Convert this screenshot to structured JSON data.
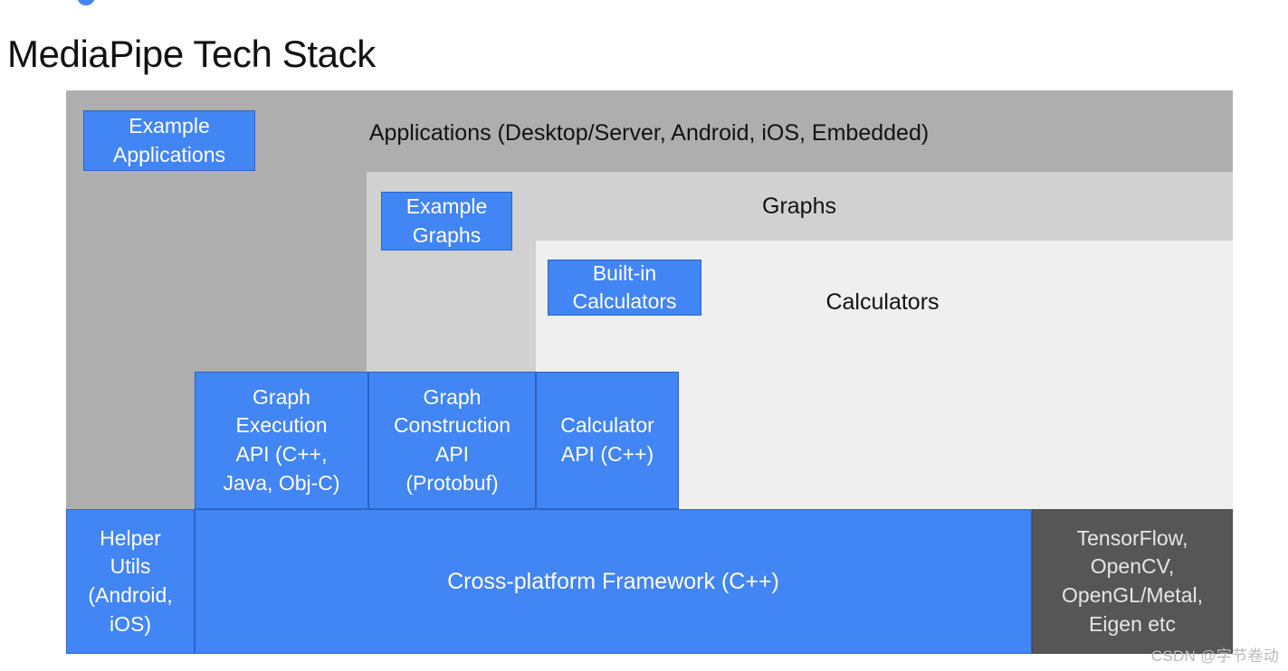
{
  "page": {
    "title": "MediaPipe Tech Stack",
    "logo_icon": "mediapipe-dot-icon",
    "watermark": "CSDN @字节卷动"
  },
  "colors": {
    "accent_blue": "#4285f4",
    "accent_blue_border": "#2a64c8",
    "layer_applications": "#aeaeae",
    "layer_graphs": "#d1d1d1",
    "layer_calculators": "#efefef",
    "third_party_gray": "#565656",
    "text_dark": "#121212",
    "text_light": "#ffffff",
    "background": "#ffffff"
  },
  "diagram": {
    "type": "layered-stack",
    "layers": [
      {
        "id": "applications",
        "caption": "Applications (Desktop/Server, Android, iOS, Embedded)",
        "chip": "Example\nApplications"
      },
      {
        "id": "graphs",
        "caption": "Graphs",
        "chip": "Example\nGraphs"
      },
      {
        "id": "calculators",
        "caption": "Calculators",
        "chip": "Built-in\nCalculators"
      }
    ],
    "api_row": [
      {
        "id": "graph-execution-api",
        "label": "Graph\nExecution\nAPI (C++,\nJava, Obj-C)"
      },
      {
        "id": "graph-construction-api",
        "label": "Graph\nConstruction\nAPI\n(Protobuf)"
      },
      {
        "id": "calculator-api",
        "label": "Calculator\nAPI (C++)"
      }
    ],
    "foundation_row": [
      {
        "id": "helper-utils",
        "label": "Helper\nUtils\n(Android,\niOS)"
      },
      {
        "id": "cross-platform",
        "label": "Cross-platform Framework (C++)"
      },
      {
        "id": "third-party",
        "label": "TensorFlow,\nOpenCV,\nOpenGL/Metal,\nEigen etc"
      }
    ]
  }
}
